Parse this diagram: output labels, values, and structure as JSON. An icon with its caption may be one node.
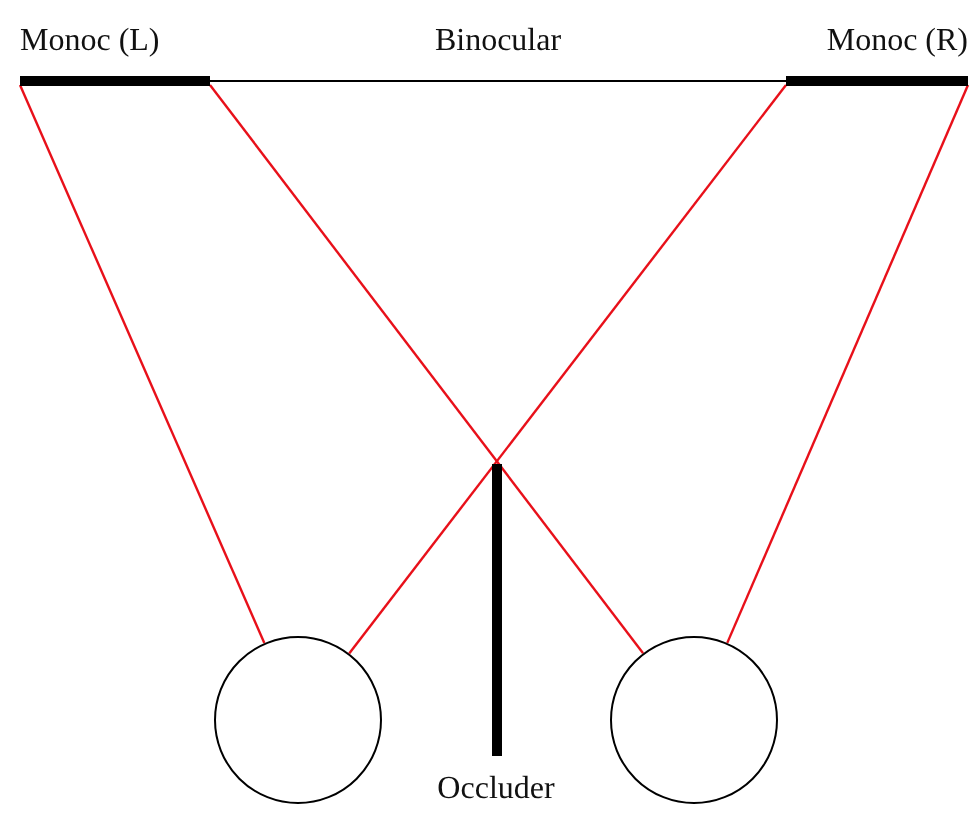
{
  "diagram": {
    "nodes": [
      {
        "text": [
          "Monoc (L)"
        ]
      },
      {
        "text": [
          "Binocular"
        ]
      },
      {
        "text": [
          "Monoc (R)"
        ]
      },
      {
        "text": [],
        "shape": "circle"
      },
      {
        "text": [],
        "shape": "circle"
      },
      {
        "text": [
          "Occluder"
        ]
      }
    ],
    "edges": [
      {
        "from": 3,
        "to": 0,
        "arrow": "none"
      },
      {
        "from": 3,
        "to": 2,
        "arrow": "none"
      },
      {
        "from": 4,
        "to": 0,
        "arrow": "none"
      },
      {
        "from": 4,
        "to": 2,
        "arrow": "none"
      }
    ]
  }
}
